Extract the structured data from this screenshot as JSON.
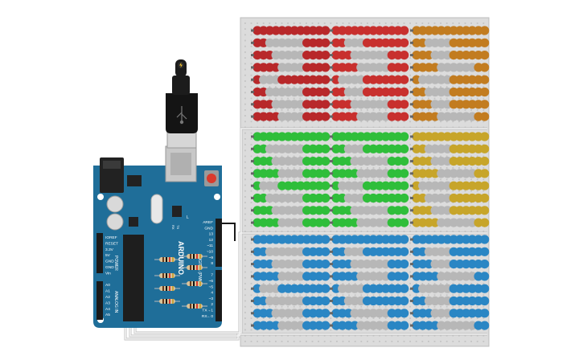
{
  "board": {
    "logo_text": "ARDUINO",
    "power_header": "POWER",
    "analog_header": "ANALOG IN",
    "digital_header": "DIGITAL (PWM~)",
    "left_pins": [
      "IOREF",
      "RESET",
      "3.3V",
      "5V",
      "GND",
      "GND",
      "Vin",
      "",
      "A0",
      "A1",
      "A2",
      "A3",
      "A4",
      "A5"
    ],
    "right_pins": [
      "AREF",
      "GND",
      "13",
      "12",
      "~11",
      "~10",
      "~9",
      "8",
      "",
      "7",
      "~6",
      "~5",
      "4",
      "~3",
      "2",
      "TX→1",
      "RX←0"
    ],
    "tx_label": "TX",
    "rx_label": "RX",
    "l_label": "L"
  },
  "usb_cable": {
    "icon": "usb-icon"
  },
  "led_bank": {
    "rows_per_block": 8,
    "leds_per_row": 12,
    "color_names": [
      [
        "red",
        "red",
        "orange"
      ],
      [
        "green",
        "green",
        "yellow"
      ],
      [
        "blue",
        "blue",
        "blue"
      ]
    ],
    "colors_on": [
      [
        "#b8282a",
        "#c8302e",
        "#c27c20"
      ],
      [
        "#2fbe3a",
        "#2fbe3a",
        "#c7a52a"
      ],
      [
        "#2a86c4",
        "#2a86c4",
        "#2a86c4"
      ]
    ],
    "color_off": "#b7b7b7"
  },
  "colors": {
    "board": "#1f6e99",
    "breadboard": "#e3e3e3",
    "wire": "#f2f2f2",
    "reset_button": "#d93a2c"
  }
}
